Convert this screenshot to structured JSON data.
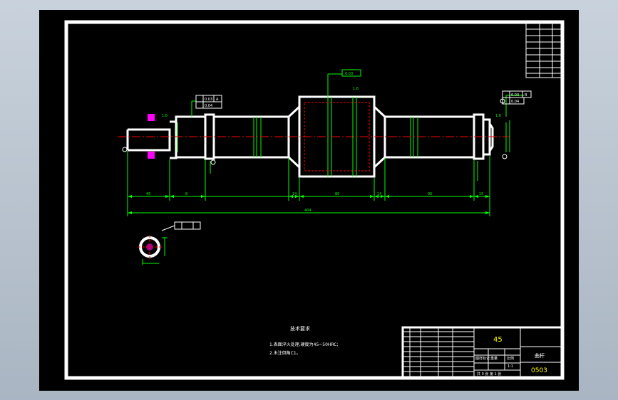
{
  "drawing": {
    "tech_requirements": {
      "heading": "技术要求",
      "lines": [
        "1.表面淬火处理,硬度为45~50HRC;",
        "2.未注倒角C1。"
      ]
    },
    "title_block": {
      "material": "45",
      "part_name": "曲杆",
      "drawing_number": "0503",
      "scale": "1:1",
      "sheet_info": "共 0 张   第 1 张",
      "col_labels": [
        "图样标记",
        "重量",
        "比例"
      ]
    },
    "dimensions": {
      "overall_length": "404",
      "segments": [
        "45",
        "8",
        "14",
        "80",
        "14",
        "95",
        "15"
      ],
      "tolerance_flat": "0.03",
      "tolerance_runout": "0.04",
      "datum_a": "A",
      "datum_b": "B",
      "roughness": "1.6",
      "center_box": "0.03"
    },
    "colors": {
      "background": "#000000",
      "frame": "#ffffff",
      "outline": "#ffffff",
      "dimension": "#00ff00",
      "centerline": "#ff0000",
      "hidden": "#ff0000",
      "accent": "#ff00ff"
    }
  }
}
